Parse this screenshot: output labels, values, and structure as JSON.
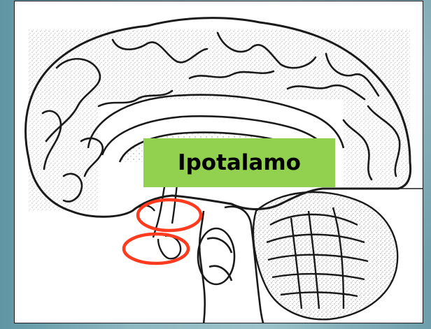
{
  "label": {
    "text": "Ipotalamo"
  },
  "colors": {
    "label_background": "#92d050",
    "highlight_circles": "#ff3b1f",
    "drawing_ink": "#1a1a1a",
    "frame_background": "#ffffff"
  },
  "icons": [
    "brain-sagittal-drawing",
    "hypothalamus-highlight-circle",
    "pituitary-highlight-circle"
  ]
}
